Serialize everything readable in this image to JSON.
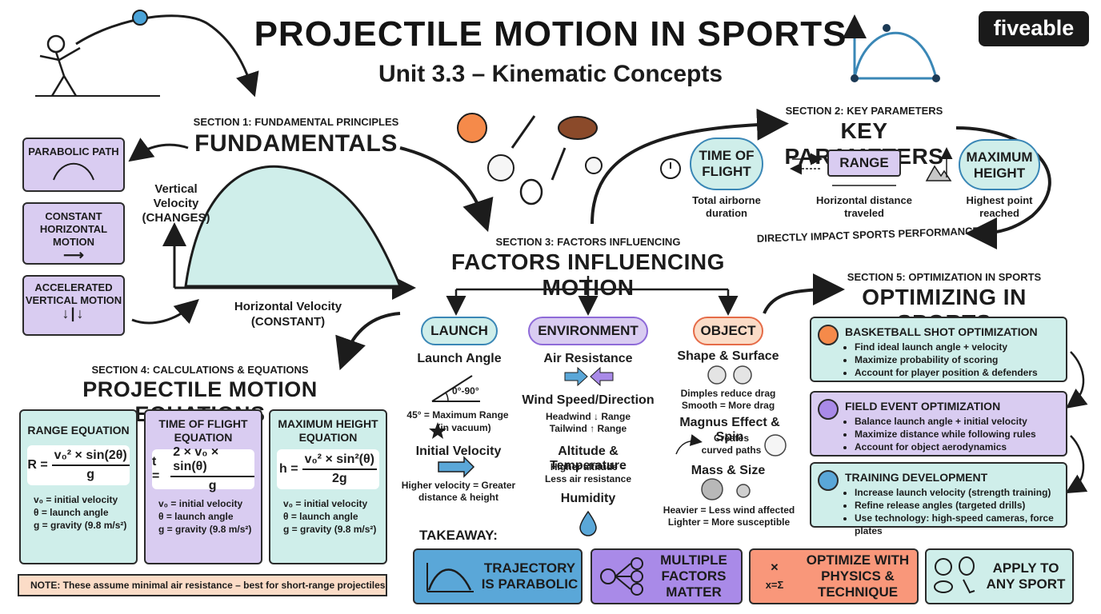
{
  "header": {
    "title": "PROJECTILE MOTION IN SPORTS",
    "subtitle": "Unit 3.3 – Kinematic Concepts",
    "logo": "fiveable"
  },
  "section1": {
    "label": "SECTION 1: FUNDAMENTAL PRINCIPLES",
    "heading": "FUNDAMENTALS",
    "boxes": [
      "PARABOLIC PATH",
      "CONSTANT HORIZONTAL MOTION",
      "ACCELERATED VERTICAL MOTION"
    ],
    "vertical_label": "Vertical Velocity (CHANGES)",
    "horizontal_label": "Horizontal Velocity (CONSTANT)"
  },
  "section2": {
    "label": "SECTION 2: KEY PARAMETERS",
    "heading": "KEY PARAMETERS",
    "params": [
      {
        "name": "TIME OF FLIGHT",
        "desc": "Total airborne duration"
      },
      {
        "name": "RANGE",
        "desc": "Horizontal distance traveled"
      },
      {
        "name": "MAXIMUM HEIGHT",
        "desc": "Highest point reached"
      }
    ],
    "impact": "DIRECTLY IMPACT SPORTS PERFORMANCE"
  },
  "section3": {
    "label": "SECTION 3: FACTORS INFLUENCING",
    "heading": "FACTORS INFLUENCING MOTION",
    "launch": {
      "pill": "LAUNCH",
      "angle_title": "Launch Angle",
      "angle_range": "0°-90°",
      "angle_note": "45° = Maximum Range",
      "angle_note2": "(in vacuum)",
      "velocity_title": "Initial Velocity",
      "velocity_note": "Higher velocity = Greater distance & height"
    },
    "environment": {
      "pill": "ENVIRONMENT",
      "air_title": "Air Resistance",
      "wind_title": "Wind Speed/Direction",
      "wind_note1": "Headwind ↓ Range",
      "wind_note2": "Tailwind ↑ Range",
      "alt_title": "Altitude & Temperature",
      "alt_note": "Higher altitude = Less air resistance",
      "humidity_title": "Humidity"
    },
    "object": {
      "pill": "OBJECT",
      "shape_title": "Shape & Surface",
      "shape_note1": "Dimples reduce drag",
      "shape_note2": "Smooth = More drag",
      "magnus_title": "Magnus Effect & Spin",
      "magnus_note": "Creates curved paths",
      "mass_title": "Mass & Size",
      "mass_note1": "Heavier = Less wind affected",
      "mass_note2": "Lighter = More susceptible"
    }
  },
  "section4": {
    "label": "SECTION 4: CALCULATIONS & EQUATIONS",
    "heading": "PROJECTILE MOTION EQUATIONS",
    "equations": [
      {
        "title": "RANGE EQUATION",
        "lhs": "R =",
        "num": "v₀² × sin(2θ)",
        "den": "g"
      },
      {
        "title": "TIME OF FLIGHT EQUATION",
        "lhs": "t =",
        "num": "2 × v₀ × sin(θ)",
        "den": "g"
      },
      {
        "title": "MAXIMUM HEIGHT EQUATION",
        "lhs": "h =",
        "num": "v₀² × sin²(θ)",
        "den": "2g"
      }
    ],
    "vars": [
      "v₀ = initial velocity",
      "θ = launch angle",
      "g = gravity (9.8 m/s²)"
    ],
    "note": "NOTE: These assume minimal air resistance – best for short-range projectiles"
  },
  "section5": {
    "label": "SECTION 5: OPTIMIZATION IN SPORTS",
    "heading": "OPTIMIZING IN SPORTS",
    "cards": [
      {
        "title": "BASKETBALL SHOT OPTIMIZATION",
        "items": [
          "Find ideal launch angle + velocity",
          "Maximize probability of scoring",
          "Account for player position & defenders"
        ]
      },
      {
        "title": "FIELD EVENT OPTIMIZATION",
        "items": [
          "Balance launch angle + initial velocity",
          "Maximize distance while following rules",
          "Account for object aerodynamics"
        ]
      },
      {
        "title": "TRAINING DEVELOPMENT",
        "items": [
          "Increase launch velocity (strength training)",
          "Refine release angles (targeted drills)",
          "Use technology: high-speed cameras, force plates"
        ]
      }
    ]
  },
  "takeaway": {
    "label": "TAKEAWAY:",
    "items": [
      "TRAJECTORY IS PARABOLIC",
      "MULTIPLE FACTORS MATTER",
      "OPTIMIZE WITH PHYSICS & TECHNIQUE",
      "APPLY TO ANY SPORT"
    ],
    "formula": "x=Σ"
  },
  "colors": {
    "purple": "#d9ccf1",
    "teal": "#cfeeea",
    "orange": "#f9977a",
    "blue": "#5aa7d8",
    "violet": "#a98ae8"
  }
}
